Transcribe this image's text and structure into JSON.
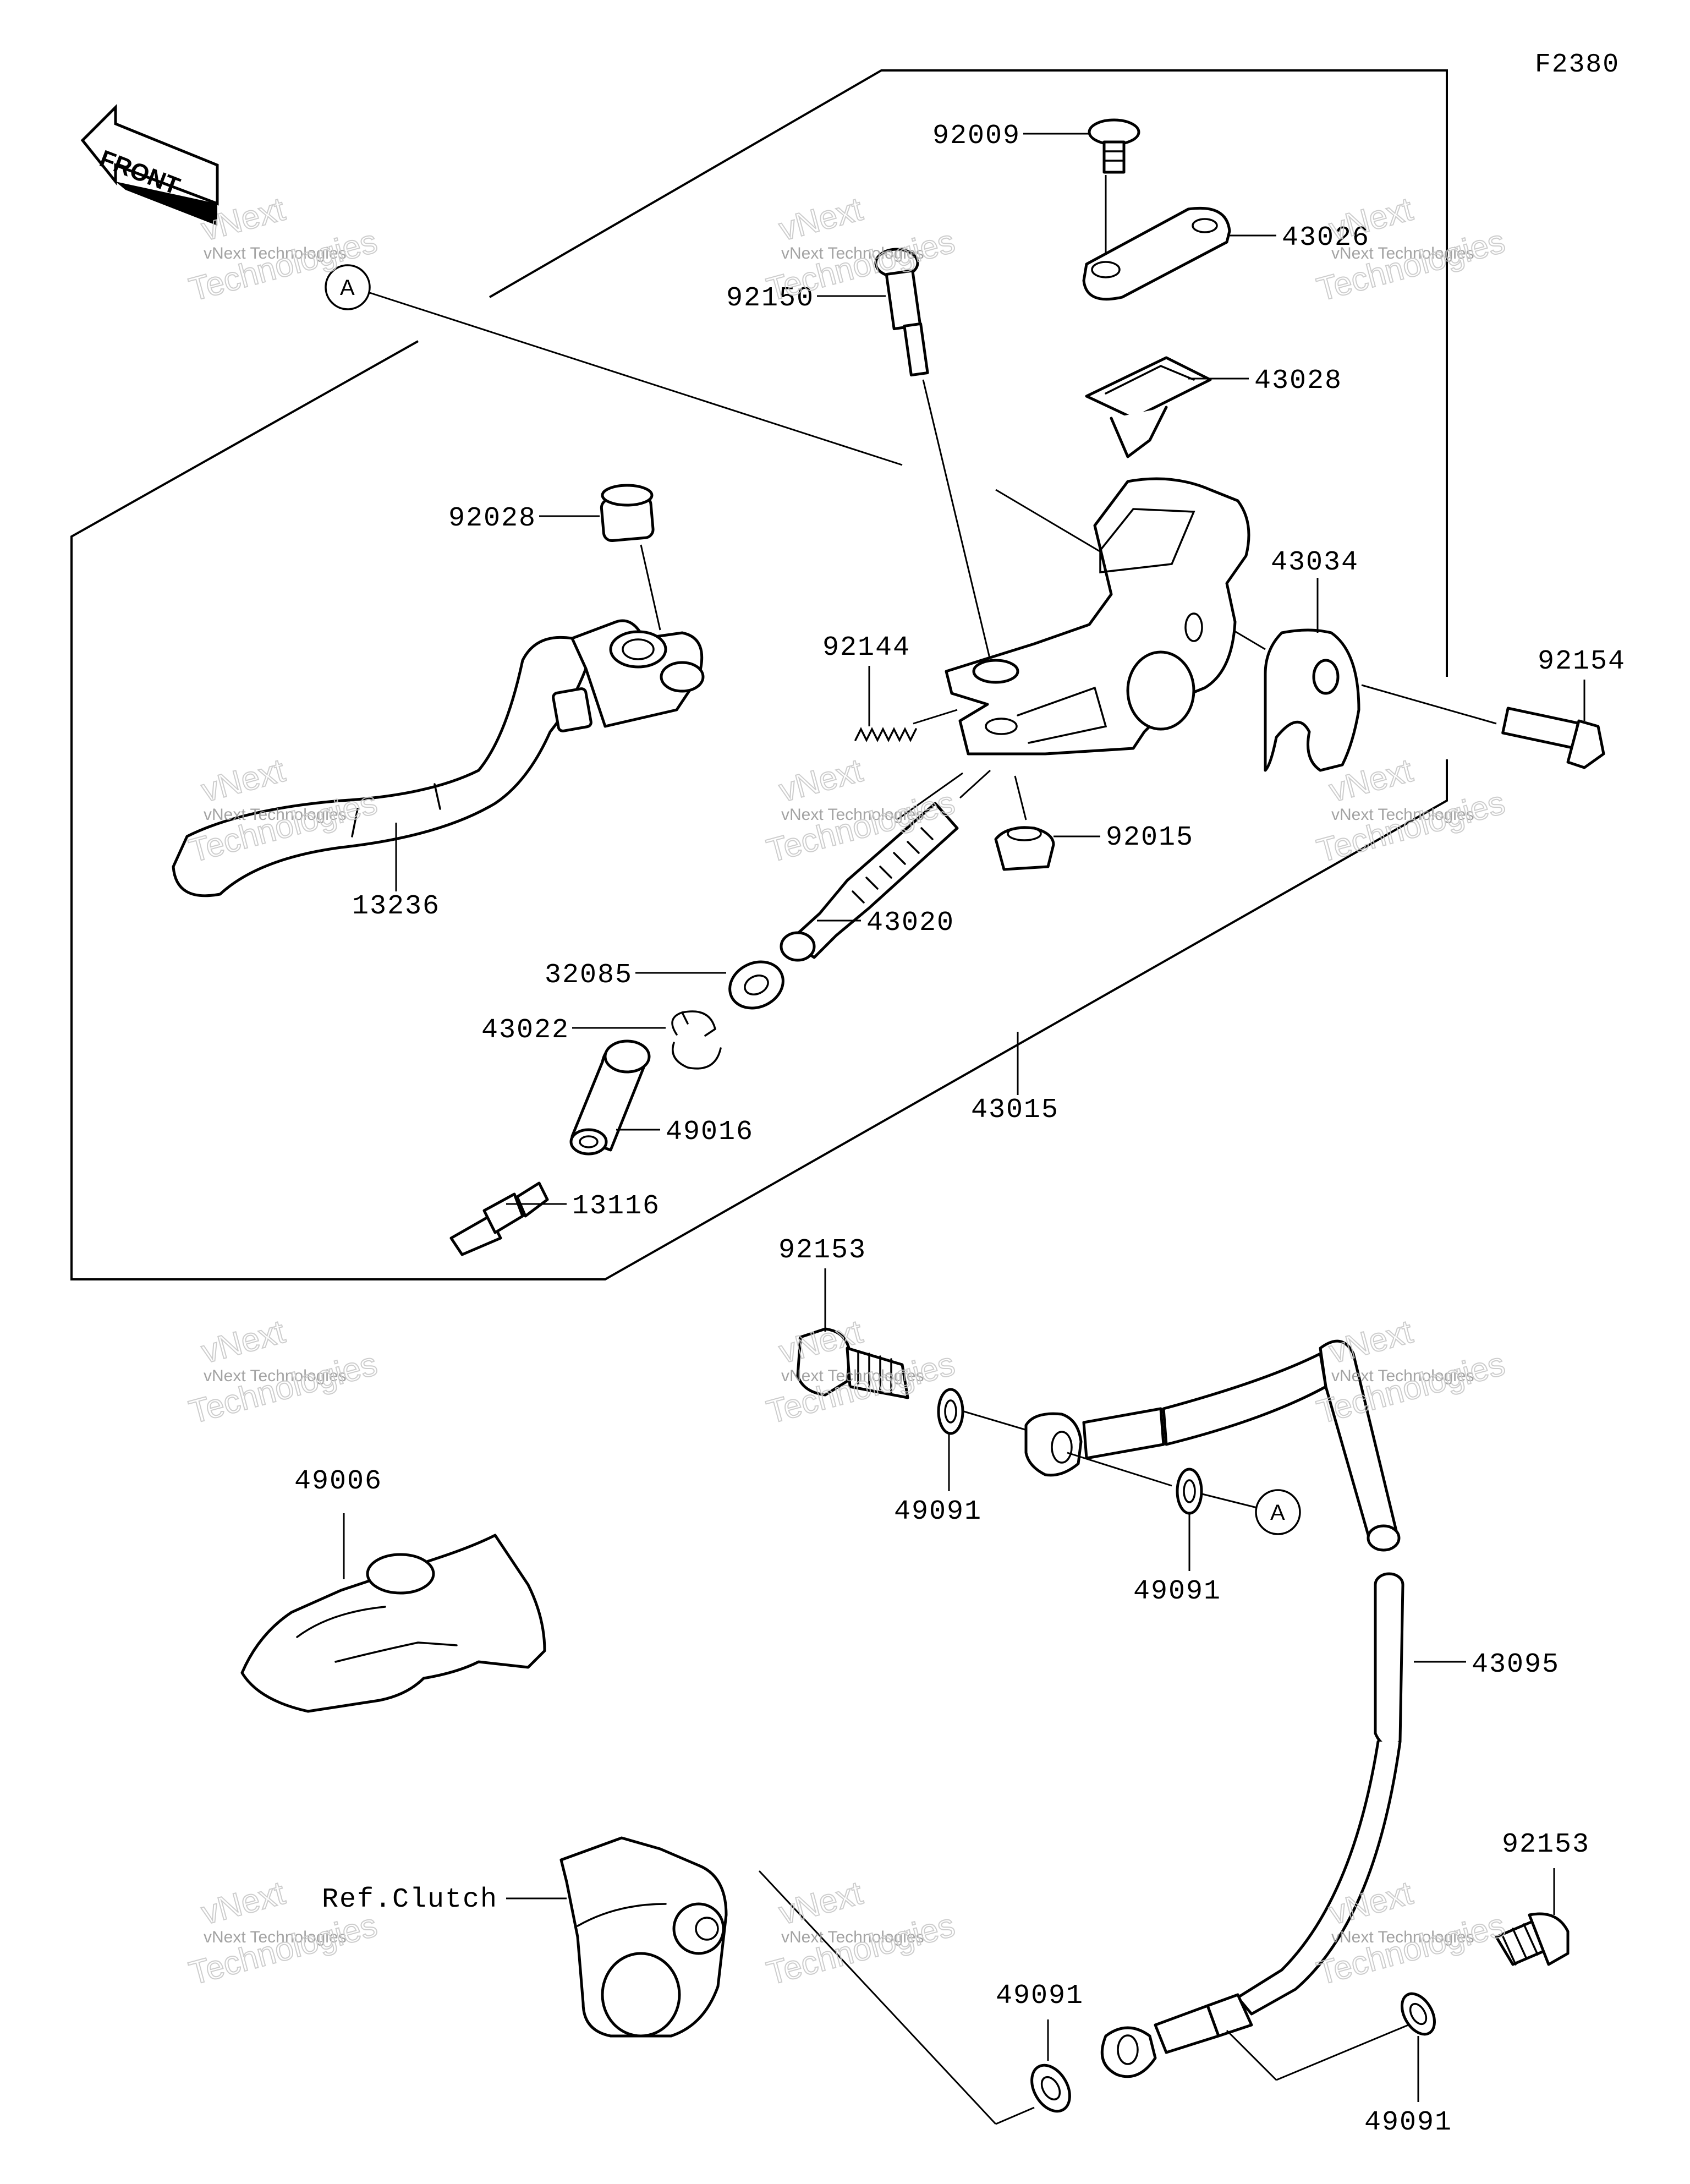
{
  "figure_code": "F2380",
  "front_label": "FRONT",
  "reference_markers": [
    "A",
    "A"
  ],
  "watermark": {
    "company": "vNext Technologies",
    "big_top": "vNext",
    "big_bottom": "Technologies"
  },
  "parts": [
    {
      "id": "92009",
      "label": "92009"
    },
    {
      "id": "43026",
      "label": "43026"
    },
    {
      "id": "92150",
      "label": "92150"
    },
    {
      "id": "43028",
      "label": "43028"
    },
    {
      "id": "92028",
      "label": "92028"
    },
    {
      "id": "43034",
      "label": "43034"
    },
    {
      "id": "92144",
      "label": "92144"
    },
    {
      "id": "92154",
      "label": "92154"
    },
    {
      "id": "92015",
      "label": "92015"
    },
    {
      "id": "13236",
      "label": "13236"
    },
    {
      "id": "43020",
      "label": "43020"
    },
    {
      "id": "32085",
      "label": "32085"
    },
    {
      "id": "43022",
      "label": "43022"
    },
    {
      "id": "43015",
      "label": "43015"
    },
    {
      "id": "49016",
      "label": "49016"
    },
    {
      "id": "13116",
      "label": "13116"
    },
    {
      "id": "92153a",
      "label": "92153"
    },
    {
      "id": "49091a",
      "label": "49091"
    },
    {
      "id": "49091b",
      "label": "49091"
    },
    {
      "id": "49006",
      "label": "49006"
    },
    {
      "id": "43095",
      "label": "43095"
    },
    {
      "id": "92153b",
      "label": "92153"
    },
    {
      "id": "ref-clutch",
      "label": "Ref.Clutch"
    },
    {
      "id": "49091c",
      "label": "49091"
    },
    {
      "id": "49091d",
      "label": "49091"
    }
  ]
}
